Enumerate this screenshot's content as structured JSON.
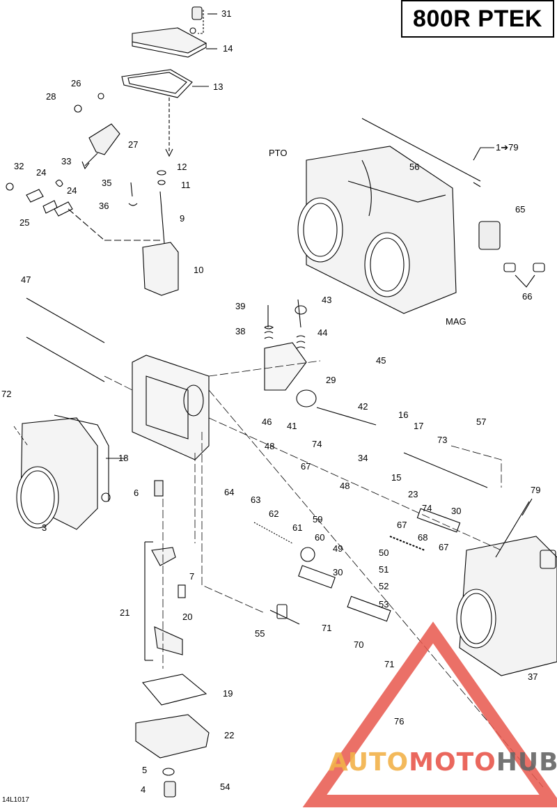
{
  "title": "800R PTEK",
  "figure_ref": "14L1017",
  "labels": {
    "pto": "PTO",
    "mag": "MAG",
    "range": "1➔79"
  },
  "callouts": [
    {
      "id": "31",
      "text": "31"
    },
    {
      "id": "14",
      "text": "14"
    },
    {
      "id": "13",
      "text": "13"
    },
    {
      "id": "26",
      "text": "26"
    },
    {
      "id": "28",
      "text": "28"
    },
    {
      "id": "27",
      "text": "27"
    },
    {
      "id": "32",
      "text": "32"
    },
    {
      "id": "24a",
      "text": "24"
    },
    {
      "id": "33",
      "text": "33"
    },
    {
      "id": "24b",
      "text": "24"
    },
    {
      "id": "25",
      "text": "25"
    },
    {
      "id": "12",
      "text": "12"
    },
    {
      "id": "35",
      "text": "35"
    },
    {
      "id": "11",
      "text": "11"
    },
    {
      "id": "36",
      "text": "36"
    },
    {
      "id": "9",
      "text": "9"
    },
    {
      "id": "10",
      "text": "10"
    },
    {
      "id": "56",
      "text": "56"
    },
    {
      "id": "65",
      "text": "65"
    },
    {
      "id": "66",
      "text": "66"
    },
    {
      "id": "47",
      "text": "47"
    },
    {
      "id": "39",
      "text": "39"
    },
    {
      "id": "43",
      "text": "43"
    },
    {
      "id": "38",
      "text": "38"
    },
    {
      "id": "44",
      "text": "44"
    },
    {
      "id": "45",
      "text": "45"
    },
    {
      "id": "29",
      "text": "29"
    },
    {
      "id": "72",
      "text": "72"
    },
    {
      "id": "42",
      "text": "42"
    },
    {
      "id": "16",
      "text": "16"
    },
    {
      "id": "57",
      "text": "57"
    },
    {
      "id": "46",
      "text": "46"
    },
    {
      "id": "41",
      "text": "41"
    },
    {
      "id": "17",
      "text": "17"
    },
    {
      "id": "74a",
      "text": "74"
    },
    {
      "id": "73",
      "text": "73"
    },
    {
      "id": "18",
      "text": "18"
    },
    {
      "id": "48a",
      "text": "48"
    },
    {
      "id": "34",
      "text": "34"
    },
    {
      "id": "67a",
      "text": "67"
    },
    {
      "id": "15",
      "text": "15"
    },
    {
      "id": "6",
      "text": "6"
    },
    {
      "id": "23",
      "text": "23"
    },
    {
      "id": "74b",
      "text": "74"
    },
    {
      "id": "48b",
      "text": "48"
    },
    {
      "id": "79",
      "text": "79"
    },
    {
      "id": "64",
      "text": "64"
    },
    {
      "id": "63",
      "text": "63"
    },
    {
      "id": "30a",
      "text": "30"
    },
    {
      "id": "62",
      "text": "62"
    },
    {
      "id": "59",
      "text": "59"
    },
    {
      "id": "61",
      "text": "61"
    },
    {
      "id": "67b",
      "text": "67"
    },
    {
      "id": "3",
      "text": "3"
    },
    {
      "id": "60",
      "text": "60"
    },
    {
      "id": "49",
      "text": "49"
    },
    {
      "id": "68",
      "text": "68"
    },
    {
      "id": "50",
      "text": "50"
    },
    {
      "id": "67c",
      "text": "67"
    },
    {
      "id": "51",
      "text": "51"
    },
    {
      "id": "7",
      "text": "7"
    },
    {
      "id": "30b",
      "text": "30"
    },
    {
      "id": "52",
      "text": "52"
    },
    {
      "id": "21",
      "text": "21"
    },
    {
      "id": "20",
      "text": "20"
    },
    {
      "id": "53",
      "text": "53"
    },
    {
      "id": "55",
      "text": "55"
    },
    {
      "id": "71a",
      "text": "71"
    },
    {
      "id": "70",
      "text": "70"
    },
    {
      "id": "71b",
      "text": "71"
    },
    {
      "id": "37",
      "text": "37"
    },
    {
      "id": "19",
      "text": "19"
    },
    {
      "id": "76",
      "text": "76"
    },
    {
      "id": "22",
      "text": "22"
    },
    {
      "id": "5",
      "text": "5"
    },
    {
      "id": "54",
      "text": "54"
    },
    {
      "id": "4",
      "text": "4"
    }
  ],
  "watermark": {
    "part1": "AUTO",
    "part2": "MOTO",
    "part3": "HUB"
  },
  "colors": {
    "line": "#000000",
    "watermark_red": "#e8574c",
    "watermark_orange": "#f2b24a",
    "watermark_gray": "#666666"
  }
}
